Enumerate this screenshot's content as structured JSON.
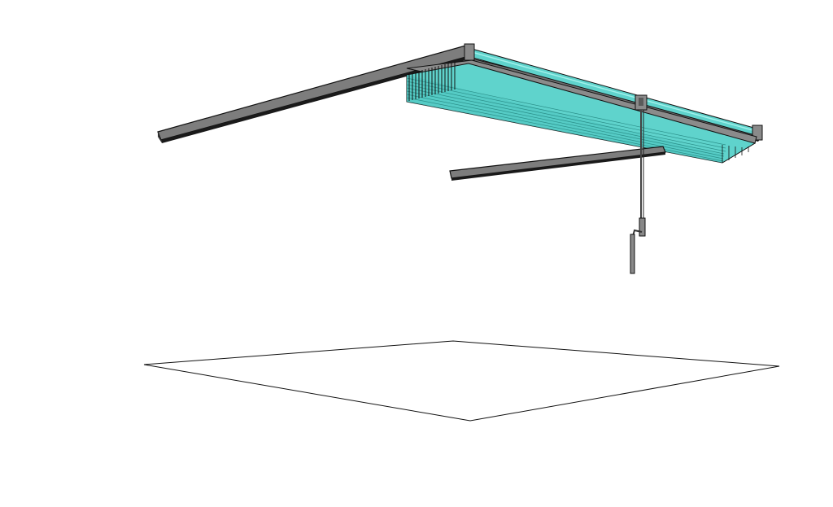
{
  "scene": {
    "subject": "pergola-awning-retracted",
    "colors": {
      "frame": "#7d7d7d",
      "frame_dark": "#1a1a1a",
      "fabric": "#5fd3cc",
      "fabric_shade": "#3fb8b0",
      "fabric_edge": "#2a8f89",
      "outline": "#111111",
      "background": "#ffffff"
    },
    "components": [
      "left-side-rail",
      "rear-guide-rail",
      "roller-tube",
      "folded-fabric-pack",
      "front-crossbar",
      "crank-rod",
      "floor-outline"
    ]
  }
}
